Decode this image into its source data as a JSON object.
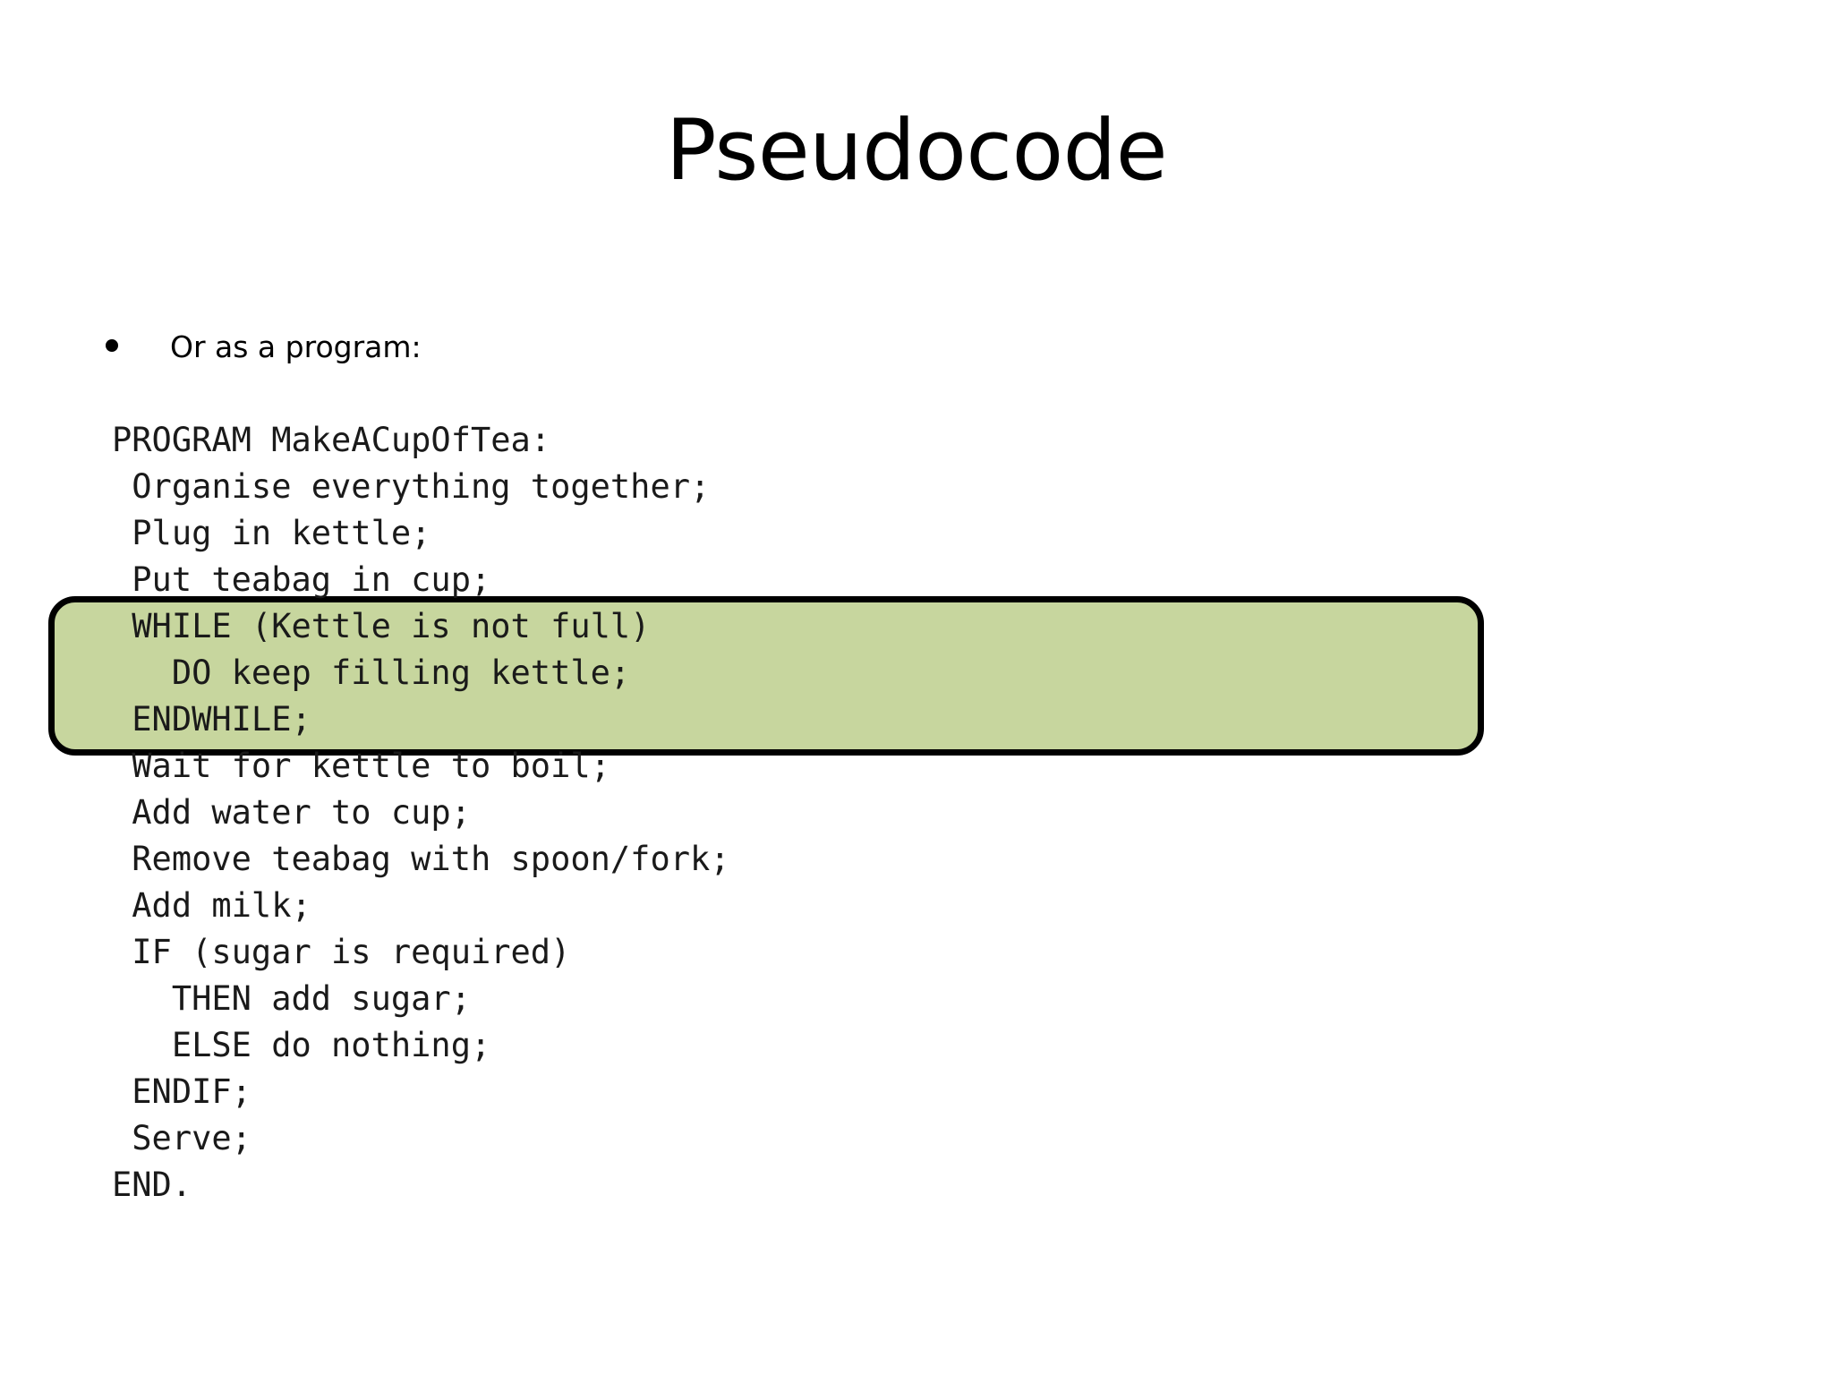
{
  "slide": {
    "title": "Pseudocode",
    "background_color": "#ffffff",
    "text_color": "#000000"
  },
  "bullet": {
    "marker": "bullet-dot",
    "text": "Or as a program:"
  },
  "highlight": {
    "fill_color": "#c7d69e",
    "border_color": "#000000",
    "highlighted_lines": [
      4,
      5,
      6
    ]
  },
  "code": {
    "language": "pseudocode",
    "lines": [
      "PROGRAM MakeACupOfTea:",
      " Organise everything together;",
      " Plug in kettle;",
      " Put teabag in cup;",
      " WHILE (Kettle is not full)",
      "   DO keep filling kettle;",
      " ENDWHILE;",
      " Wait for kettle to boil;",
      " Add water to cup;",
      " Remove teabag with spoon/fork;",
      " Add milk;",
      " IF (sugar is required)",
      "   THEN add sugar;",
      "   ELSE do nothing;",
      " ENDIF;",
      " Serve;",
      "END."
    ]
  }
}
